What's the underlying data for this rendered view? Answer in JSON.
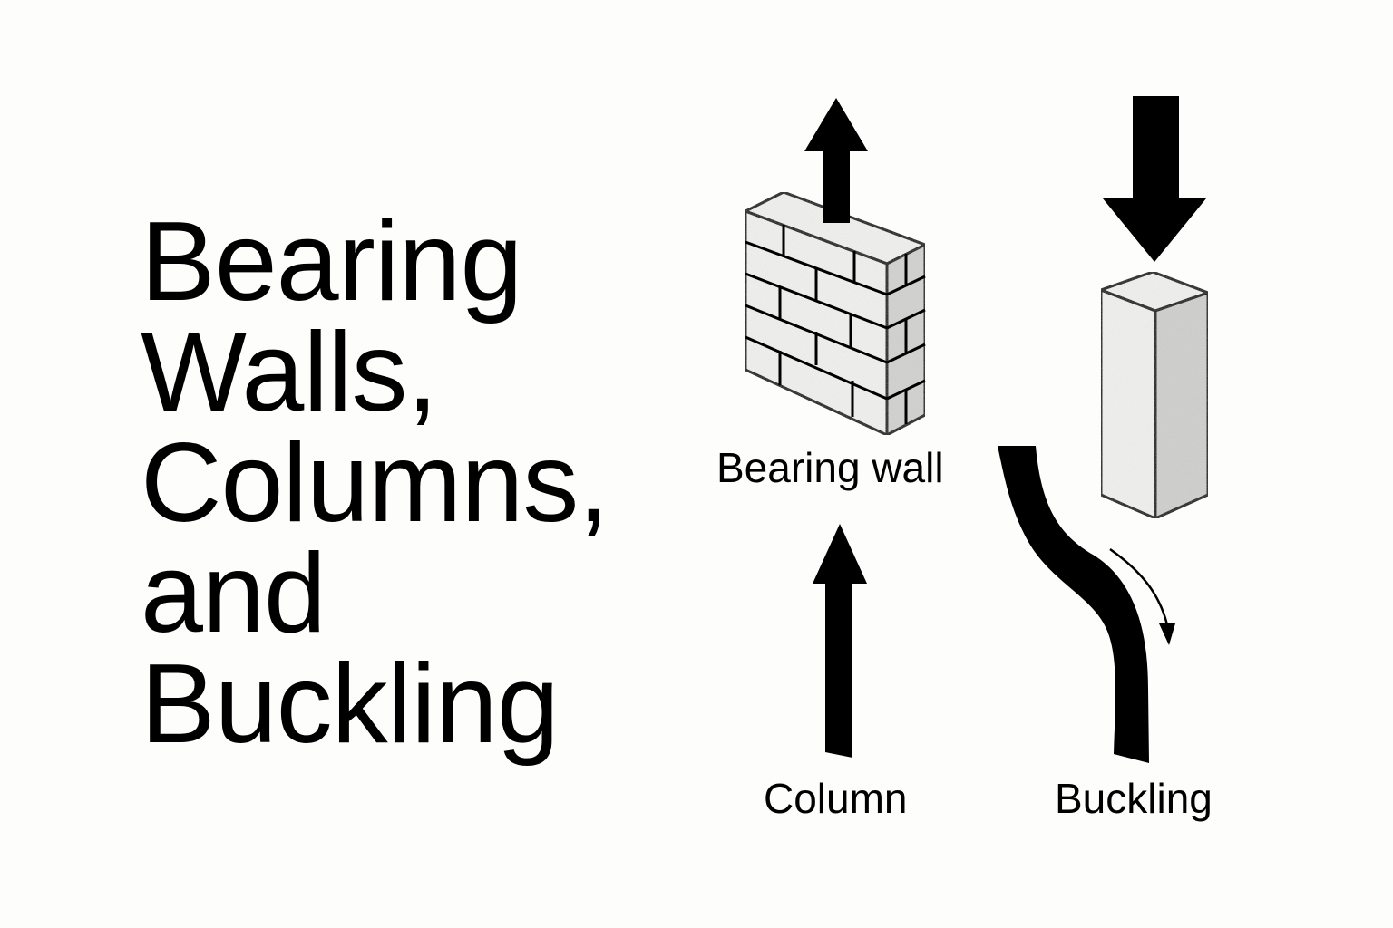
{
  "title": {
    "lines": [
      "Bearing",
      "Walls,",
      "Columns,",
      "and",
      "Buckling"
    ]
  },
  "labels": {
    "bearing_wall": "Bearing wall",
    "column": "Column",
    "buckling": "Buckling"
  },
  "colors": {
    "background": "#fdfdfb",
    "ink": "#000000",
    "face_light": "#f0f0ee",
    "face_shade": "#d2d2d0"
  },
  "icons": {
    "wall": "brick-wall-icon",
    "column": "square-column-icon",
    "load_up": "arrow-up-icon",
    "load_down": "arrow-down-icon",
    "deflection": "curved-arrow-icon"
  }
}
